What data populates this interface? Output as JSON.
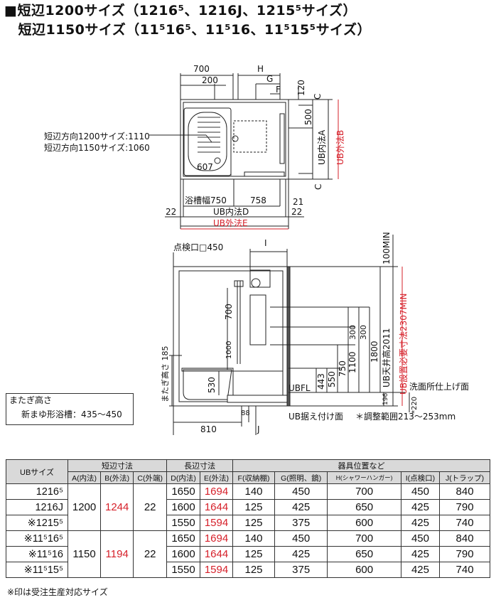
{
  "title": {
    "line1": "■短辺1200サイズ（1216⁵、1216J、1215⁵サイズ）",
    "line2": "　短辺1150サイズ（11⁵16⁵、11⁵16、11⁵15⁵サイズ）"
  },
  "plan": {
    "dim_700": "700",
    "dim_200": "200",
    "dim_H": "H",
    "dim_G": "G",
    "dim_F": "F",
    "dim_120": "120",
    "dim_C_top": "C",
    "dim_C_bottom": "C",
    "dim_500": "500",
    "dim_607": "607",
    "ub_inner_A": "UB内法A",
    "ub_outer_B": "UB外法B",
    "tub_width": "浴槽幅750",
    "dim_758": "758",
    "dim_21": "21",
    "dim_22_left": "22",
    "dim_22_right": "22",
    "ub_inner_D": "UB内法D",
    "ub_outer_E": "UB外法E",
    "short_dir_1200": "短辺方向1200サイズ:1110",
    "short_dir_1150": "短辺方向1150サイズ:1060"
  },
  "section": {
    "inspection": "点検口□450",
    "dim_I": "I",
    "min100": "100MIN",
    "install_min": "UB設置必要寸法2307MIN",
    "ceiling": "UB天井高2011",
    "dim_700": "700",
    "dim_1000": "1000",
    "dim_300a": "300",
    "dim_300b": "300",
    "dim_1800": "1800",
    "dim_1100": "1100",
    "dim_750": "750",
    "dim_550": "550",
    "dim_443": "443",
    "dim_530": "530",
    "straddle": "またぎ高さ 185",
    "ubfl": "UBFL",
    "dim_196": "196",
    "dim_88": "88",
    "wash_finish": "洗面所仕上げ面",
    "dim_220": "*220",
    "ub_base": "UB据え付け面",
    "adjust": "＊調整範囲213～253mm",
    "dim_810": "810",
    "dim_J": "J"
  },
  "straddle_box": {
    "label": "またぎ高さ",
    "value": "新まゆ形浴槽：435～450"
  },
  "table": {
    "header_ub": "UBサイズ",
    "group_short": "短辺寸法",
    "group_long": "長辺寸法",
    "group_fixture": "器具位置など",
    "cols": [
      "A(内法)",
      "B(外法)",
      "C(外端)",
      "D(内法)",
      "E(外法)",
      "F(収納棚)",
      "G(照明、鏡)",
      "H(シャワーハンガー)",
      "I(点検口)",
      "J(トラップ)"
    ],
    "groups": [
      {
        "A": "1200",
        "B": "1244",
        "C": "22",
        "rows": [
          {
            "model": "1216⁵",
            "D": "1650",
            "E": "1694",
            "F": "140",
            "G": "450",
            "H": "700",
            "I": "450",
            "J": "840"
          },
          {
            "model": "1216J",
            "D": "1600",
            "E": "1644",
            "F": "125",
            "G": "425",
            "H": "650",
            "I": "425",
            "J": "790"
          },
          {
            "model": "※1215⁵",
            "D": "1550",
            "E": "1594",
            "F": "125",
            "G": "375",
            "H": "600",
            "I": "425",
            "J": "740"
          }
        ]
      },
      {
        "A": "1150",
        "B": "1194",
        "C": "22",
        "rows": [
          {
            "model": "※11⁵16⁵",
            "D": "1650",
            "E": "1694",
            "F": "140",
            "G": "450",
            "H": "700",
            "I": "450",
            "J": "840"
          },
          {
            "model": "※11⁵16",
            "D": "1600",
            "E": "1644",
            "F": "125",
            "G": "425",
            "H": "650",
            "I": "425",
            "J": "790"
          },
          {
            "model": "※11⁵15⁵",
            "D": "1550",
            "E": "1594",
            "F": "125",
            "G": "375",
            "H": "600",
            "I": "425",
            "J": "740"
          }
        ]
      }
    ],
    "note": "※印は受注生産対応サイズ"
  },
  "colors": {
    "red": "#d6202a",
    "header_bg": "#d9d9d9",
    "line": "#222222"
  }
}
